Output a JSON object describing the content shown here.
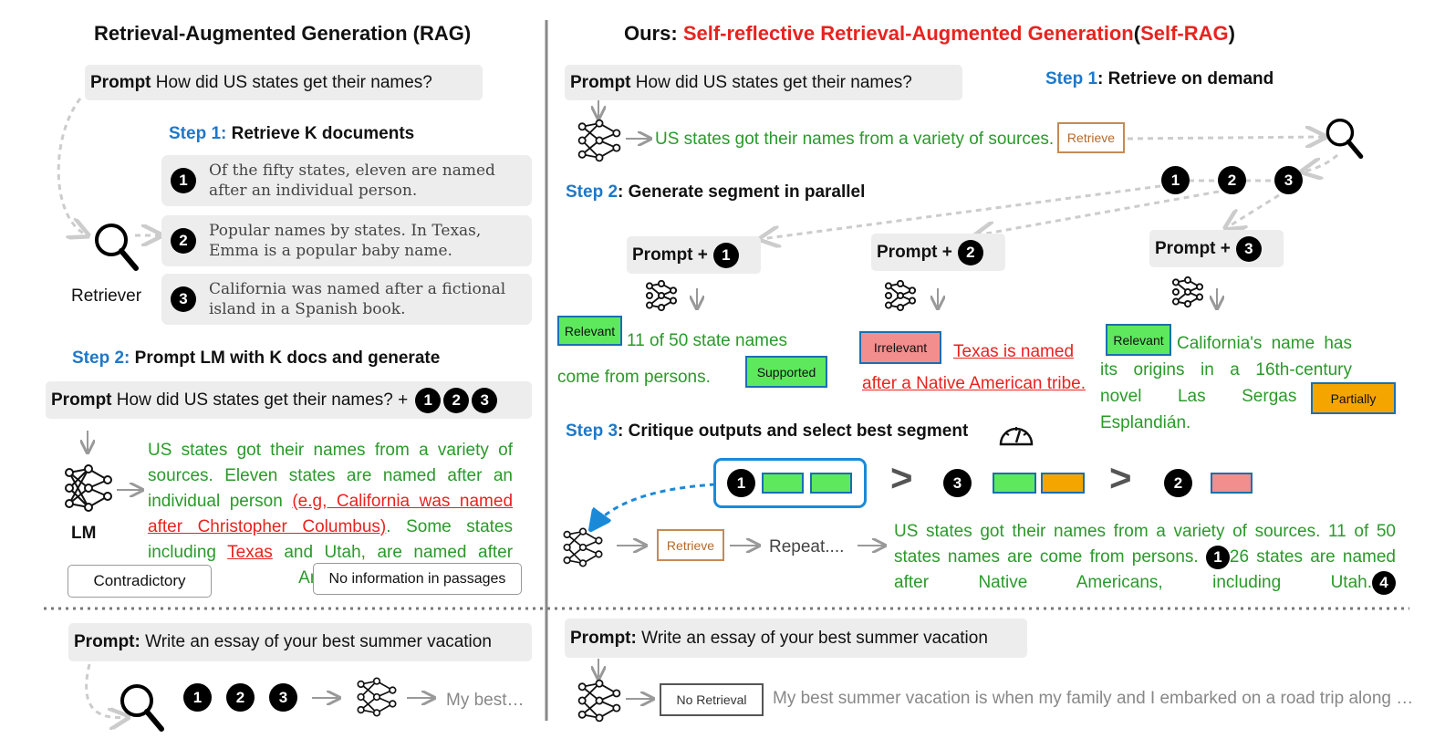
{
  "left": {
    "title": "Retrieval-Augmented Generation (RAG)",
    "prompt_label": "Prompt",
    "prompt_text": "How did US states get their names?",
    "step1_label": "Step 1:",
    "step1_text": "Retrieve K documents",
    "docs": [
      {
        "num": "1",
        "text": "Of the fifty states, eleven are named after an individual person."
      },
      {
        "num": "2",
        "text": "Popular names by states. In Texas, Emma is a popular baby name."
      },
      {
        "num": "3",
        "text": "California was named after a fictional island in a Spanish book."
      }
    ],
    "retriever_label": "Retriever",
    "step2_label": "Step 2:",
    "step2_text": "Prompt LM with K docs and generate",
    "prompt2_label": "Prompt",
    "prompt2_text": "How did US states get their names? +",
    "prompt2_nums": [
      "1",
      "2",
      "3"
    ],
    "lm_label": "LM",
    "gen_text_1": "US states got their names from a variety of sources. Eleven states are named after an individual person",
    "gen_text_red": "(e.g, California was named after Christopher Columbus)",
    "gen_text_2": ". Some states including",
    "gen_text_red2": "Texas",
    "gen_text_3": "and Utah, are named after Native American tribe.",
    "callout_contradictory": "Contradictory",
    "callout_noinfo": "No information in passages"
  },
  "right": {
    "title_prefix": "Ours:",
    "title_main": "Self-reflective Retrieval-Augmented Generation",
    "title_paren_open": "(",
    "title_abbr": "Self-RAG",
    "title_paren_close": ")",
    "prompt_label": "Prompt",
    "prompt_text": "How did US states get their names?",
    "step1_label": "Step 1",
    "step1_text": ": Retrieve on demand",
    "first_output": "US states got their names from a variety of sources.",
    "retrieve_tag": "Retrieve",
    "step2_label": "Step 2",
    "step2_text": ": Generate segment in parallel",
    "retrieved_nums": [
      "1",
      "2",
      "3"
    ],
    "branches": [
      {
        "prompt": "Prompt +",
        "num": "1",
        "tag": "Relevant",
        "text": "11 of 50 state names come from persons.",
        "verdict": "Supported"
      },
      {
        "prompt": "Prompt +",
        "num": "2",
        "tag": "Irrelevant",
        "text": "Texas is named after a Native American tribe."
      },
      {
        "prompt": "Prompt +",
        "num": "3",
        "tag": "Relevant",
        "text": "California's name has its origins in a 16th-century novel Las Sergas de Esplandián.",
        "verdict": "Partially"
      }
    ],
    "step3_label": "Step 3",
    "step3_text": ": Critique outputs and select best segment",
    "ranking": [
      "1",
      ">",
      "3",
      ">",
      "2"
    ],
    "retrieve_tag2": "Retrieve",
    "repeat_text": "Repeat....",
    "final_text_1": "US states got their names from a variety of sources. 11 of 50 states names are come from persons.",
    "final_num1": "1",
    "final_text_2": "26 states are named after Native Americans, including Utah.",
    "final_num2": "4"
  },
  "bottom_left": {
    "prompt_label": "Prompt:",
    "prompt_text": "Write an essay of your best summer vacation",
    "nums": [
      "1",
      "2",
      "3"
    ],
    "output": "My best…"
  },
  "bottom_right": {
    "prompt_label": "Prompt:",
    "prompt_text": "Write an essay of your best summer vacation",
    "tag": "No Retrieval",
    "output": "My best summer vacation is when my family and I embarked on a road trip along …"
  }
}
